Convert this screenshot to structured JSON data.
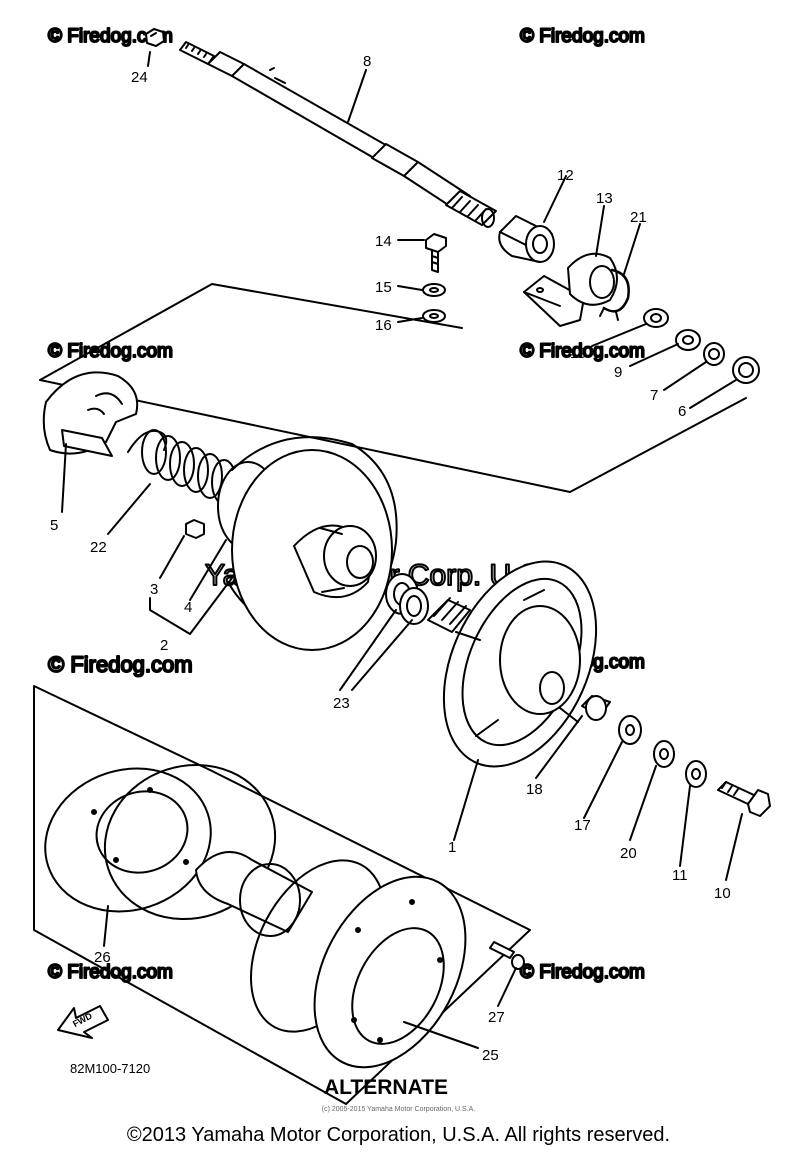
{
  "diagram": {
    "watermark_text": "© Firedog.com",
    "ghost_watermark": "Yamaha Motor Corp. U.S.A.",
    "diagram_code": "82M100-7120",
    "alternate_label": "ALTERNATE",
    "fwd_label": "FWD",
    "source_line": "(c) 2005-2015 Yamaha Motor Corporation, U.S.A.",
    "copyright": "©2013 Yamaha Motor Corporation, U.S.A. All rights reserved.",
    "callouts": [
      "1",
      "3",
      "4",
      "5",
      "6",
      "7",
      "8",
      "9",
      "10",
      "11",
      "12",
      "13",
      "14",
      "15",
      "16",
      "17",
      "18",
      "19",
      "20",
      "21",
      "22",
      "23",
      "24",
      "25",
      "26",
      "27",
      "2"
    ]
  }
}
